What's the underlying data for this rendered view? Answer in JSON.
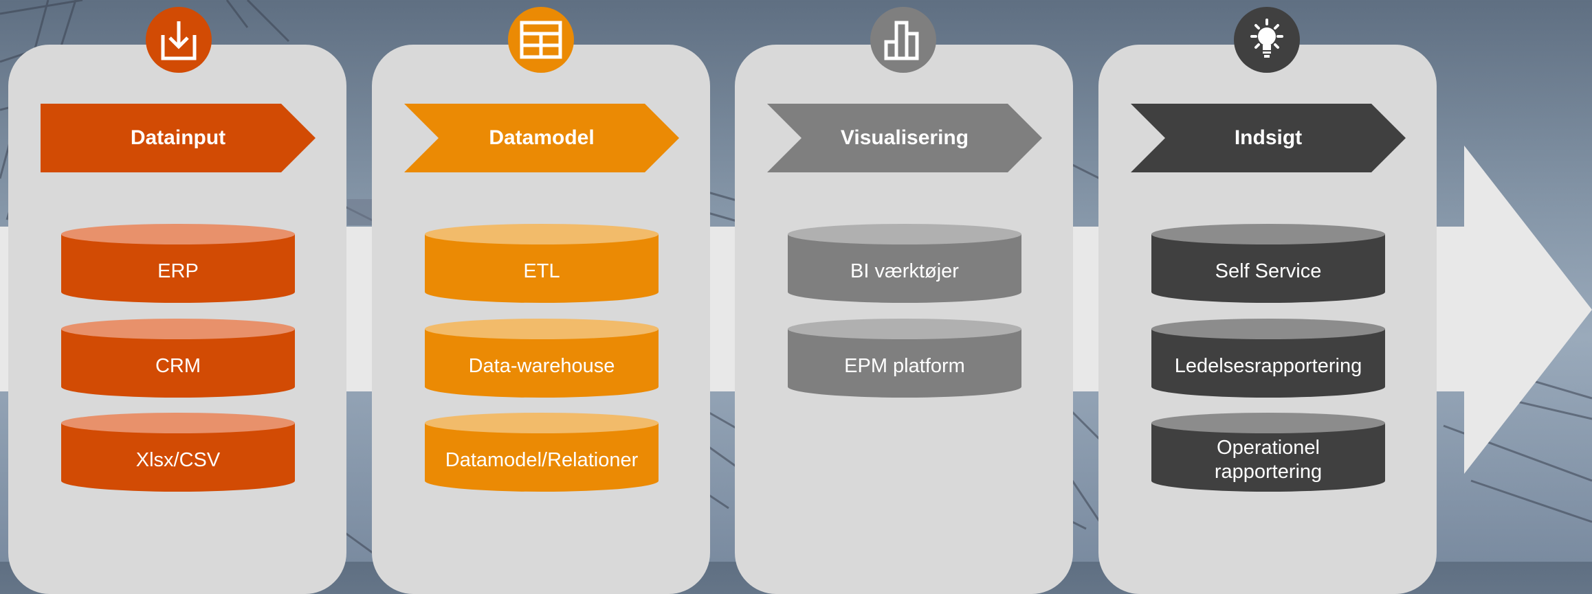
{
  "stages": [
    {
      "title": "Datainput",
      "icon": "download-icon",
      "color": "#d24b04",
      "top_color": "#e8916b",
      "items": [
        "ERP",
        "CRM",
        "Xlsx/CSV"
      ]
    },
    {
      "title": "Datamodel",
      "icon": "table-icon",
      "color": "#eb8a04",
      "top_color": "#f2bb6a",
      "items": [
        "ETL",
        "Data-warehouse",
        "Datamodel/Relationer"
      ]
    },
    {
      "title": "Visualisering",
      "icon": "bar-chart-icon",
      "color": "#7f7f7f",
      "top_color": "#b0b0b0",
      "items": [
        "BI værktøjer",
        "EPM platform"
      ]
    },
    {
      "title": "Indsigt",
      "icon": "lightbulb-icon",
      "color": "#404040",
      "top_color": "#8c8c8c",
      "items": [
        "Self Service",
        "Ledelsesrapportering",
        "Operationel rapportering"
      ]
    }
  ]
}
